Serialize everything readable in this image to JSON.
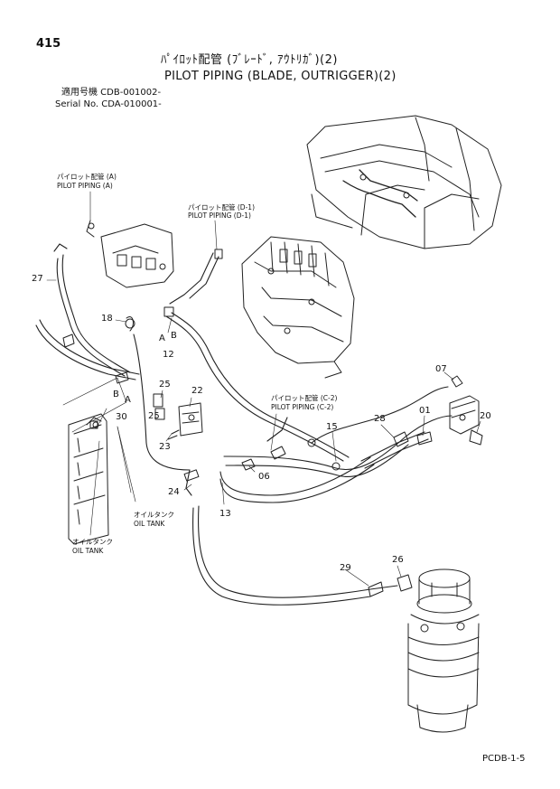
{
  "header": {
    "page_number": "415",
    "title_jp": "ﾊﾟｲﾛｯﾄ配管 (ﾌﾞﾚｰﾄﾞ, ｱｳﾄﾘｶﾞ)(2)",
    "title_en": "PILOT PIPING (BLADE, OUTRIGGER)(2)",
    "applicable": "適用号機 CDB-001002-",
    "serial": "Serial No. CDA-010001-"
  },
  "footer": {
    "code": "PCDB-1-5"
  },
  "callouts": {
    "pilot_a_jp": "パイロット配管 (A)",
    "pilot_a_en": "PILOT PIPING (A)",
    "pilot_d1_jp": "パイロット配管 (D-1)",
    "pilot_d1_en": "PILOT PIPING (D-1)",
    "pilot_c2_jp": "パイロット配管 (C-2)",
    "pilot_c2_en": "PILOT PIPING (C-2)",
    "oil_tank_jp_1": "オイルタンク",
    "oil_tank_en_1": "OIL TANK",
    "oil_tank_jp_2": "オイルタンク",
    "oil_tank_en_2": "OIL TANK"
  },
  "port_labels": {
    "a_upper": "A",
    "b_upper": "B",
    "b_lower": "B",
    "a_lower": "A"
  },
  "part_numbers": {
    "p27": "27",
    "p18": "18",
    "p12": "12",
    "p25a": "25",
    "p25b": "25",
    "p22": "22",
    "p30": "30",
    "p23": "23",
    "p24": "24",
    "p13": "13",
    "p06": "06",
    "p15": "15",
    "p28": "28",
    "p01": "01",
    "p07": "07",
    "p20": "20",
    "p29": "29",
    "p26": "26"
  }
}
